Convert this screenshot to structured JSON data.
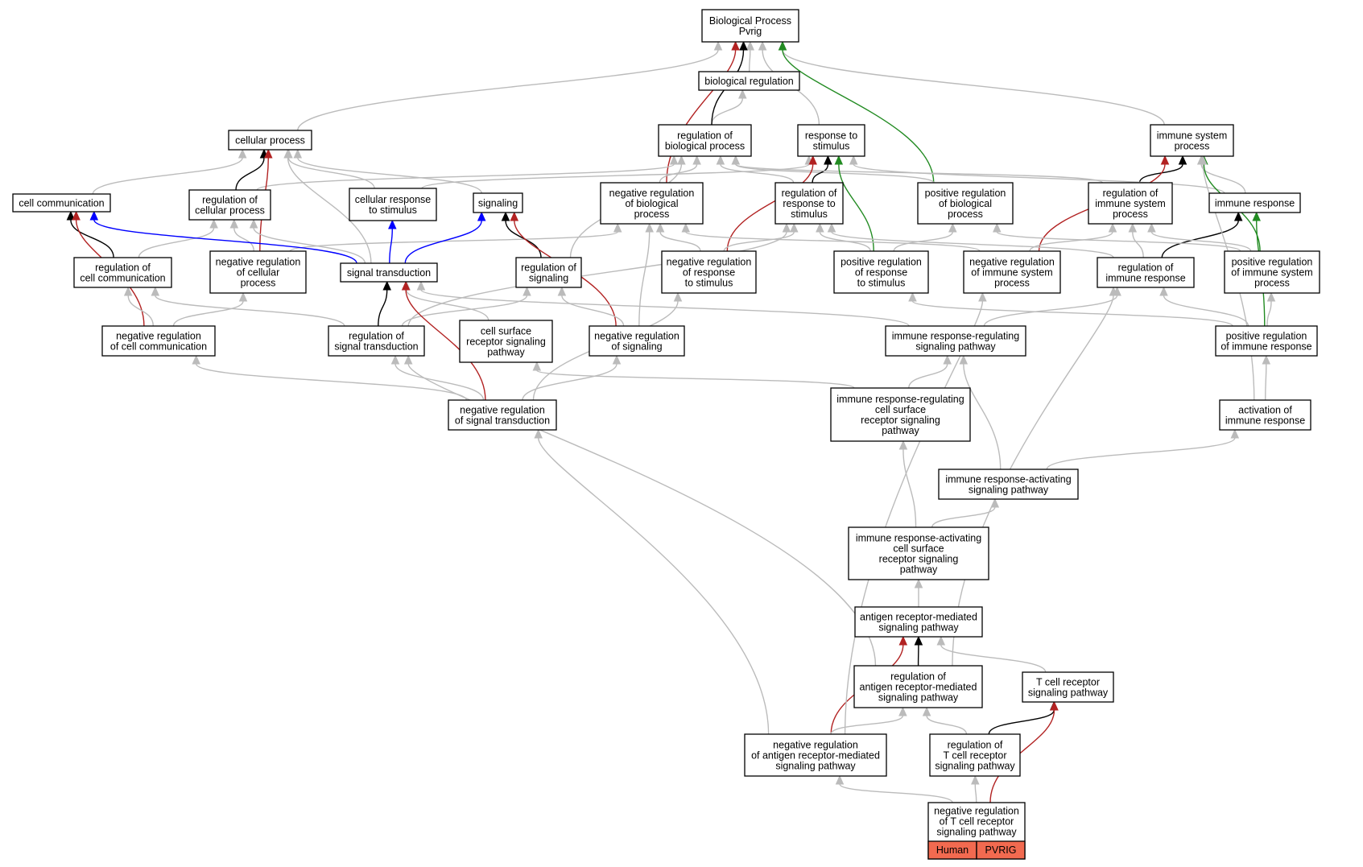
{
  "colors": {
    "is_a": "#bbbbbb",
    "part_of": "#000000",
    "negatively_regulates": "#b22222",
    "positively_regulates": "#228b22",
    "occurs_in": "#0000ff",
    "annotation_fill": "#f26a50"
  },
  "nodes": [
    {
      "id": "bp",
      "lines": [
        "Biological Process",
        "Pvrig"
      ]
    },
    {
      "id": "biological_regulation",
      "lines": [
        "biological regulation"
      ]
    },
    {
      "id": "cellular_process",
      "lines": [
        "cellular process"
      ]
    },
    {
      "id": "regulation_of_biological_process",
      "lines": [
        "regulation of",
        "biological process"
      ]
    },
    {
      "id": "response_to_stimulus",
      "lines": [
        "response to",
        "stimulus"
      ]
    },
    {
      "id": "immune_system_process",
      "lines": [
        "immune system",
        "process"
      ]
    },
    {
      "id": "cell_communication",
      "lines": [
        "cell communication"
      ]
    },
    {
      "id": "regulation_of_cellular_process",
      "lines": [
        "regulation of",
        "cellular process"
      ]
    },
    {
      "id": "cellular_response_to_stimulus",
      "lines": [
        "cellular response",
        "to stimulus"
      ]
    },
    {
      "id": "signaling",
      "lines": [
        "signaling"
      ]
    },
    {
      "id": "negative_regulation_of_biological_process",
      "lines": [
        "negative regulation",
        "of biological",
        "process"
      ]
    },
    {
      "id": "regulation_of_response_to_stimulus",
      "lines": [
        "regulation of",
        "response to",
        "stimulus"
      ]
    },
    {
      "id": "positive_regulation_of_biological_process",
      "lines": [
        "positive regulation",
        "of biological",
        "process"
      ]
    },
    {
      "id": "regulation_of_immune_system_process",
      "lines": [
        "regulation of",
        "immune system",
        "process"
      ]
    },
    {
      "id": "immune_response",
      "lines": [
        "immune response"
      ]
    },
    {
      "id": "regulation_of_cell_communication",
      "lines": [
        "regulation of",
        "cell communication"
      ]
    },
    {
      "id": "negative_regulation_of_cellular_process",
      "lines": [
        "negative regulation",
        "of cellular",
        "process"
      ]
    },
    {
      "id": "signal_transduction",
      "lines": [
        "signal transduction"
      ]
    },
    {
      "id": "regulation_of_signaling",
      "lines": [
        "regulation of",
        "signaling"
      ]
    },
    {
      "id": "negative_regulation_of_response_to_stimulus",
      "lines": [
        "negative regulation",
        "of response",
        "to stimulus"
      ]
    },
    {
      "id": "positive_regulation_of_response_to_stimulus",
      "lines": [
        "positive regulation",
        "of response",
        "to stimulus"
      ]
    },
    {
      "id": "negative_regulation_of_immune_system_process",
      "lines": [
        "negative regulation",
        "of immune system",
        "process"
      ]
    },
    {
      "id": "regulation_of_immune_response",
      "lines": [
        "regulation of",
        "immune response"
      ]
    },
    {
      "id": "positive_regulation_of_immune_system_process",
      "lines": [
        "positive regulation",
        "of immune system",
        "process"
      ]
    },
    {
      "id": "negative_regulation_of_cell_communication",
      "lines": [
        "negative regulation",
        "of cell communication"
      ]
    },
    {
      "id": "regulation_of_signal_transduction",
      "lines": [
        "regulation of",
        "signal transduction"
      ]
    },
    {
      "id": "cell_surface_receptor_signaling_pathway",
      "lines": [
        "cell surface",
        "receptor signaling",
        "pathway"
      ]
    },
    {
      "id": "negative_regulation_of_signaling",
      "lines": [
        "negative regulation",
        "of signaling"
      ]
    },
    {
      "id": "immune_response_regulating_signaling_pathway",
      "lines": [
        "immune response-regulating",
        "signaling pathway"
      ]
    },
    {
      "id": "positive_regulation_of_immune_response",
      "lines": [
        "positive regulation",
        "of immune response"
      ]
    },
    {
      "id": "negative_regulation_of_signal_transduction",
      "lines": [
        "negative regulation",
        "of signal transduction"
      ]
    },
    {
      "id": "immune_response_regulating_cell_surface_receptor_signaling_pathway",
      "lines": [
        "immune response-regulating",
        "cell surface",
        "receptor signaling",
        "pathway"
      ]
    },
    {
      "id": "activation_of_immune_response",
      "lines": [
        "activation of",
        "immune response"
      ]
    },
    {
      "id": "immune_response_activating_signaling_pathway",
      "lines": [
        "immune response-activating",
        "signaling pathway"
      ]
    },
    {
      "id": "immune_response_activating_cell_surface_receptor_signaling_pathway",
      "lines": [
        "immune response-activating",
        "cell surface",
        "receptor signaling",
        "pathway"
      ]
    },
    {
      "id": "antigen_receptor_mediated_signaling_pathway",
      "lines": [
        "antigen receptor-mediated",
        "signaling pathway"
      ]
    },
    {
      "id": "regulation_of_antigen_receptor_mediated_signaling_pathway",
      "lines": [
        "regulation of",
        "antigen receptor-mediated",
        "signaling pathway"
      ]
    },
    {
      "id": "t_cell_receptor_signaling_pathway",
      "lines": [
        "T cell receptor",
        "signaling pathway"
      ]
    },
    {
      "id": "negative_regulation_of_antigen_receptor_mediated_signaling_pathway",
      "lines": [
        "negative regulation",
        "of antigen receptor-mediated",
        "signaling pathway"
      ]
    },
    {
      "id": "regulation_of_t_cell_receptor_signaling_pathway",
      "lines": [
        "regulation of",
        "T cell receptor",
        "signaling pathway"
      ]
    },
    {
      "id": "negative_regulation_of_t_cell_receptor_signaling_pathway",
      "lines": [
        "negative regulation",
        "of T cell receptor",
        "signaling pathway"
      ]
    }
  ],
  "annotation": {
    "node": "negative_regulation_of_t_cell_receptor_signaling_pathway",
    "labels": [
      "Human",
      "PVRIG"
    ]
  },
  "edges": [
    {
      "from": "biological_regulation",
      "to": "bp",
      "type": "is_a"
    },
    {
      "from": "regulation_of_biological_process",
      "to": "biological_regulation",
      "type": "is_a"
    },
    {
      "from": "regulation_of_biological_process",
      "to": "bp",
      "type": "part_of"
    },
    {
      "from": "response_to_stimulus",
      "to": "bp",
      "type": "is_a"
    },
    {
      "from": "immune_system_process",
      "to": "bp",
      "type": "is_a"
    },
    {
      "from": "cellular_process",
      "to": "bp",
      "type": "is_a"
    },
    {
      "from": "negative_regulation_of_biological_process",
      "to": "bp",
      "type": "negatively_regulates"
    },
    {
      "from": "negative_regulation_of_biological_process",
      "to": "regulation_of_biological_process",
      "type": "is_a"
    },
    {
      "from": "positive_regulation_of_biological_process",
      "to": "bp",
      "type": "positively_regulates"
    },
    {
      "from": "positive_regulation_of_biological_process",
      "to": "regulation_of_biological_process",
      "type": "is_a"
    },
    {
      "from": "cell_communication",
      "to": "cellular_process",
      "type": "is_a"
    },
    {
      "from": "regulation_of_cellular_process",
      "to": "cellular_process",
      "type": "part_of"
    },
    {
      "from": "regulation_of_cellular_process",
      "to": "regulation_of_biological_process",
      "type": "is_a"
    },
    {
      "from": "cellular_response_to_stimulus",
      "to": "cellular_process",
      "type": "is_a"
    },
    {
      "from": "cellular_response_to_stimulus",
      "to": "response_to_stimulus",
      "type": "is_a"
    },
    {
      "from": "signaling",
      "to": "cellular_process",
      "type": "is_a"
    },
    {
      "from": "regulation_of_response_to_stimulus",
      "to": "response_to_stimulus",
      "type": "part_of"
    },
    {
      "from": "regulation_of_response_to_stimulus",
      "to": "regulation_of_biological_process",
      "type": "is_a"
    },
    {
      "from": "regulation_of_immune_system_process",
      "to": "immune_system_process",
      "type": "part_of"
    },
    {
      "from": "regulation_of_immune_system_process",
      "to": "regulation_of_biological_process",
      "type": "is_a"
    },
    {
      "from": "immune_response",
      "to": "immune_system_process",
      "type": "is_a"
    },
    {
      "from": "immune_response",
      "to": "response_to_stimulus",
      "type": "is_a"
    },
    {
      "from": "regulation_of_cell_communication",
      "to": "cell_communication",
      "type": "part_of"
    },
    {
      "from": "regulation_of_cell_communication",
      "to": "regulation_of_cellular_process",
      "type": "is_a"
    },
    {
      "from": "negative_regulation_of_cellular_process",
      "to": "cellular_process",
      "type": "negatively_regulates"
    },
    {
      "from": "negative_regulation_of_cellular_process",
      "to": "regulation_of_cellular_process",
      "type": "is_a"
    },
    {
      "from": "negative_regulation_of_cellular_process",
      "to": "negative_regulation_of_biological_process",
      "type": "is_a"
    },
    {
      "from": "signal_transduction",
      "to": "cell_communication",
      "type": "occurs_in"
    },
    {
      "from": "signal_transduction",
      "to": "cellular_response_to_stimulus",
      "type": "occurs_in"
    },
    {
      "from": "signal_transduction",
      "to": "signaling",
      "type": "occurs_in"
    },
    {
      "from": "signal_transduction",
      "to": "cellular_process",
      "type": "is_a"
    },
    {
      "from": "signal_transduction",
      "to": "regulation_of_cellular_process",
      "type": "is_a"
    },
    {
      "from": "regulation_of_signaling",
      "to": "signaling",
      "type": "part_of"
    },
    {
      "from": "regulation_of_signaling",
      "to": "regulation_of_biological_process",
      "type": "is_a"
    },
    {
      "from": "negative_regulation_of_response_to_stimulus",
      "to": "response_to_stimulus",
      "type": "negatively_regulates"
    },
    {
      "from": "negative_regulation_of_response_to_stimulus",
      "to": "negative_regulation_of_biological_process",
      "type": "is_a"
    },
    {
      "from": "negative_regulation_of_response_to_stimulus",
      "to": "regulation_of_response_to_stimulus",
      "type": "is_a"
    },
    {
      "from": "positive_regulation_of_response_to_stimulus",
      "to": "response_to_stimulus",
      "type": "positively_regulates"
    },
    {
      "from": "positive_regulation_of_response_to_stimulus",
      "to": "positive_regulation_of_biological_process",
      "type": "is_a"
    },
    {
      "from": "positive_regulation_of_response_to_stimulus",
      "to": "regulation_of_response_to_stimulus",
      "type": "is_a"
    },
    {
      "from": "negative_regulation_of_immune_system_process",
      "to": "immune_system_process",
      "type": "negatively_regulates"
    },
    {
      "from": "negative_regulation_of_immune_system_process",
      "to": "regulation_of_immune_system_process",
      "type": "is_a"
    },
    {
      "from": "negative_regulation_of_immune_system_process",
      "to": "negative_regulation_of_biological_process",
      "type": "is_a"
    },
    {
      "from": "regulation_of_immune_response",
      "to": "immune_response",
      "type": "part_of"
    },
    {
      "from": "regulation_of_immune_response",
      "to": "regulation_of_immune_system_process",
      "type": "is_a"
    },
    {
      "from": "regulation_of_immune_response",
      "to": "regulation_of_response_to_stimulus",
      "type": "is_a"
    },
    {
      "from": "positive_regulation_of_immune_system_process",
      "to": "immune_system_process",
      "type": "positively_regulates"
    },
    {
      "from": "positive_regulation_of_immune_system_process",
      "to": "regulation_of_immune_system_process",
      "type": "is_a"
    },
    {
      "from": "positive_regulation_of_immune_system_process",
      "to": "positive_regulation_of_biological_process",
      "type": "is_a"
    },
    {
      "from": "negative_regulation_of_cell_communication",
      "to": "cell_communication",
      "type": "negatively_regulates"
    },
    {
      "from": "negative_regulation_of_cell_communication",
      "to": "regulation_of_cell_communication",
      "type": "is_a"
    },
    {
      "from": "negative_regulation_of_cell_communication",
      "to": "negative_regulation_of_cellular_process",
      "type": "is_a"
    },
    {
      "from": "regulation_of_signal_transduction",
      "to": "signal_transduction",
      "type": "part_of"
    },
    {
      "from": "regulation_of_signal_transduction",
      "to": "regulation_of_cell_communication",
      "type": "is_a"
    },
    {
      "from": "regulation_of_signal_transduction",
      "to": "regulation_of_signaling",
      "type": "is_a"
    },
    {
      "from": "regulation_of_signal_transduction",
      "to": "regulation_of_response_to_stimulus",
      "type": "is_a"
    },
    {
      "from": "cell_surface_receptor_signaling_pathway",
      "to": "signal_transduction",
      "type": "is_a"
    },
    {
      "from": "negative_regulation_of_signaling",
      "to": "signaling",
      "type": "negatively_regulates"
    },
    {
      "from": "negative_regulation_of_signaling",
      "to": "regulation_of_signaling",
      "type": "is_a"
    },
    {
      "from": "negative_regulation_of_signaling",
      "to": "negative_regulation_of_biological_process",
      "type": "is_a"
    },
    {
      "from": "immune_response_regulating_signaling_pathway",
      "to": "signal_transduction",
      "type": "is_a"
    },
    {
      "from": "immune_response_regulating_signaling_pathway",
      "to": "regulation_of_immune_response",
      "type": "is_a"
    },
    {
      "from": "positive_regulation_of_immune_response",
      "to": "immune_response",
      "type": "positively_regulates"
    },
    {
      "from": "positive_regulation_of_immune_response",
      "to": "regulation_of_immune_response",
      "type": "is_a"
    },
    {
      "from": "positive_regulation_of_immune_response",
      "to": "positive_regulation_of_immune_system_process",
      "type": "is_a"
    },
    {
      "from": "positive_regulation_of_immune_response",
      "to": "positive_regulation_of_response_to_stimulus",
      "type": "is_a"
    },
    {
      "from": "negative_regulation_of_signal_transduction",
      "to": "signal_transduction",
      "type": "negatively_regulates"
    },
    {
      "from": "negative_regulation_of_signal_transduction",
      "to": "regulation_of_signal_transduction",
      "type": "is_a"
    },
    {
      "from": "negative_regulation_of_signal_transduction",
      "to": "negative_regulation_of_signaling",
      "type": "is_a"
    },
    {
      "from": "negative_regulation_of_signal_transduction",
      "to": "negative_regulation_of_cell_communication",
      "type": "is_a"
    },
    {
      "from": "negative_regulation_of_signal_transduction",
      "to": "negative_regulation_of_response_to_stimulus",
      "type": "is_a"
    },
    {
      "from": "immune_response_regulating_cell_surface_receptor_signaling_pathway",
      "to": "immune_response_regulating_signaling_pathway",
      "type": "is_a"
    },
    {
      "from": "immune_response_regulating_cell_surface_receptor_signaling_pathway",
      "to": "cell_surface_receptor_signaling_pathway",
      "type": "is_a"
    },
    {
      "from": "activation_of_immune_response",
      "to": "positive_regulation_of_immune_response",
      "type": "is_a"
    },
    {
      "from": "activation_of_immune_response",
      "to": "immune_system_process",
      "type": "is_a"
    },
    {
      "from": "immune_response_activating_signaling_pathway",
      "to": "immune_response_regulating_signaling_pathway",
      "type": "is_a"
    },
    {
      "from": "immune_response_activating_signaling_pathway",
      "to": "activation_of_immune_response",
      "type": "is_a"
    },
    {
      "from": "immune_response_activating_cell_surface_receptor_signaling_pathway",
      "to": "immune_response_activating_signaling_pathway",
      "type": "is_a"
    },
    {
      "from": "immune_response_activating_cell_surface_receptor_signaling_pathway",
      "to": "immune_response_regulating_cell_surface_receptor_signaling_pathway",
      "type": "is_a"
    },
    {
      "from": "antigen_receptor_mediated_signaling_pathway",
      "to": "immune_response_activating_cell_surface_receptor_signaling_pathway",
      "type": "is_a"
    },
    {
      "from": "regulation_of_antigen_receptor_mediated_signaling_pathway",
      "to": "antigen_receptor_mediated_signaling_pathway",
      "type": "part_of"
    },
    {
      "from": "regulation_of_antigen_receptor_mediated_signaling_pathway",
      "to": "regulation_of_immune_response",
      "type": "is_a"
    },
    {
      "from": "regulation_of_antigen_receptor_mediated_signaling_pathway",
      "to": "regulation_of_signal_transduction",
      "type": "is_a"
    },
    {
      "from": "t_cell_receptor_signaling_pathway",
      "to": "antigen_receptor_mediated_signaling_pathway",
      "type": "is_a"
    },
    {
      "from": "negative_regulation_of_antigen_receptor_mediated_signaling_pathway",
      "to": "antigen_receptor_mediated_signaling_pathway",
      "type": "negatively_regulates"
    },
    {
      "from": "negative_regulation_of_antigen_receptor_mediated_signaling_pathway",
      "to": "regulation_of_antigen_receptor_mediated_signaling_pathway",
      "type": "is_a"
    },
    {
      "from": "negative_regulation_of_antigen_receptor_mediated_signaling_pathway",
      "to": "negative_regulation_of_signal_transduction",
      "type": "is_a"
    },
    {
      "from": "negative_regulation_of_antigen_receptor_mediated_signaling_pathway",
      "to": "negative_regulation_of_immune_system_process",
      "type": "is_a"
    },
    {
      "from": "regulation_of_t_cell_receptor_signaling_pathway",
      "to": "t_cell_receptor_signaling_pathway",
      "type": "part_of"
    },
    {
      "from": "regulation_of_t_cell_receptor_signaling_pathway",
      "to": "regulation_of_antigen_receptor_mediated_signaling_pathway",
      "type": "is_a"
    },
    {
      "from": "negative_regulation_of_t_cell_receptor_signaling_pathway",
      "to": "t_cell_receptor_signaling_pathway",
      "type": "negatively_regulates"
    },
    {
      "from": "negative_regulation_of_t_cell_receptor_signaling_pathway",
      "to": "regulation_of_t_cell_receptor_signaling_pathway",
      "type": "is_a"
    },
    {
      "from": "negative_regulation_of_t_cell_receptor_signaling_pathway",
      "to": "negative_regulation_of_antigen_receptor_mediated_signaling_pathway",
      "type": "is_a"
    }
  ]
}
